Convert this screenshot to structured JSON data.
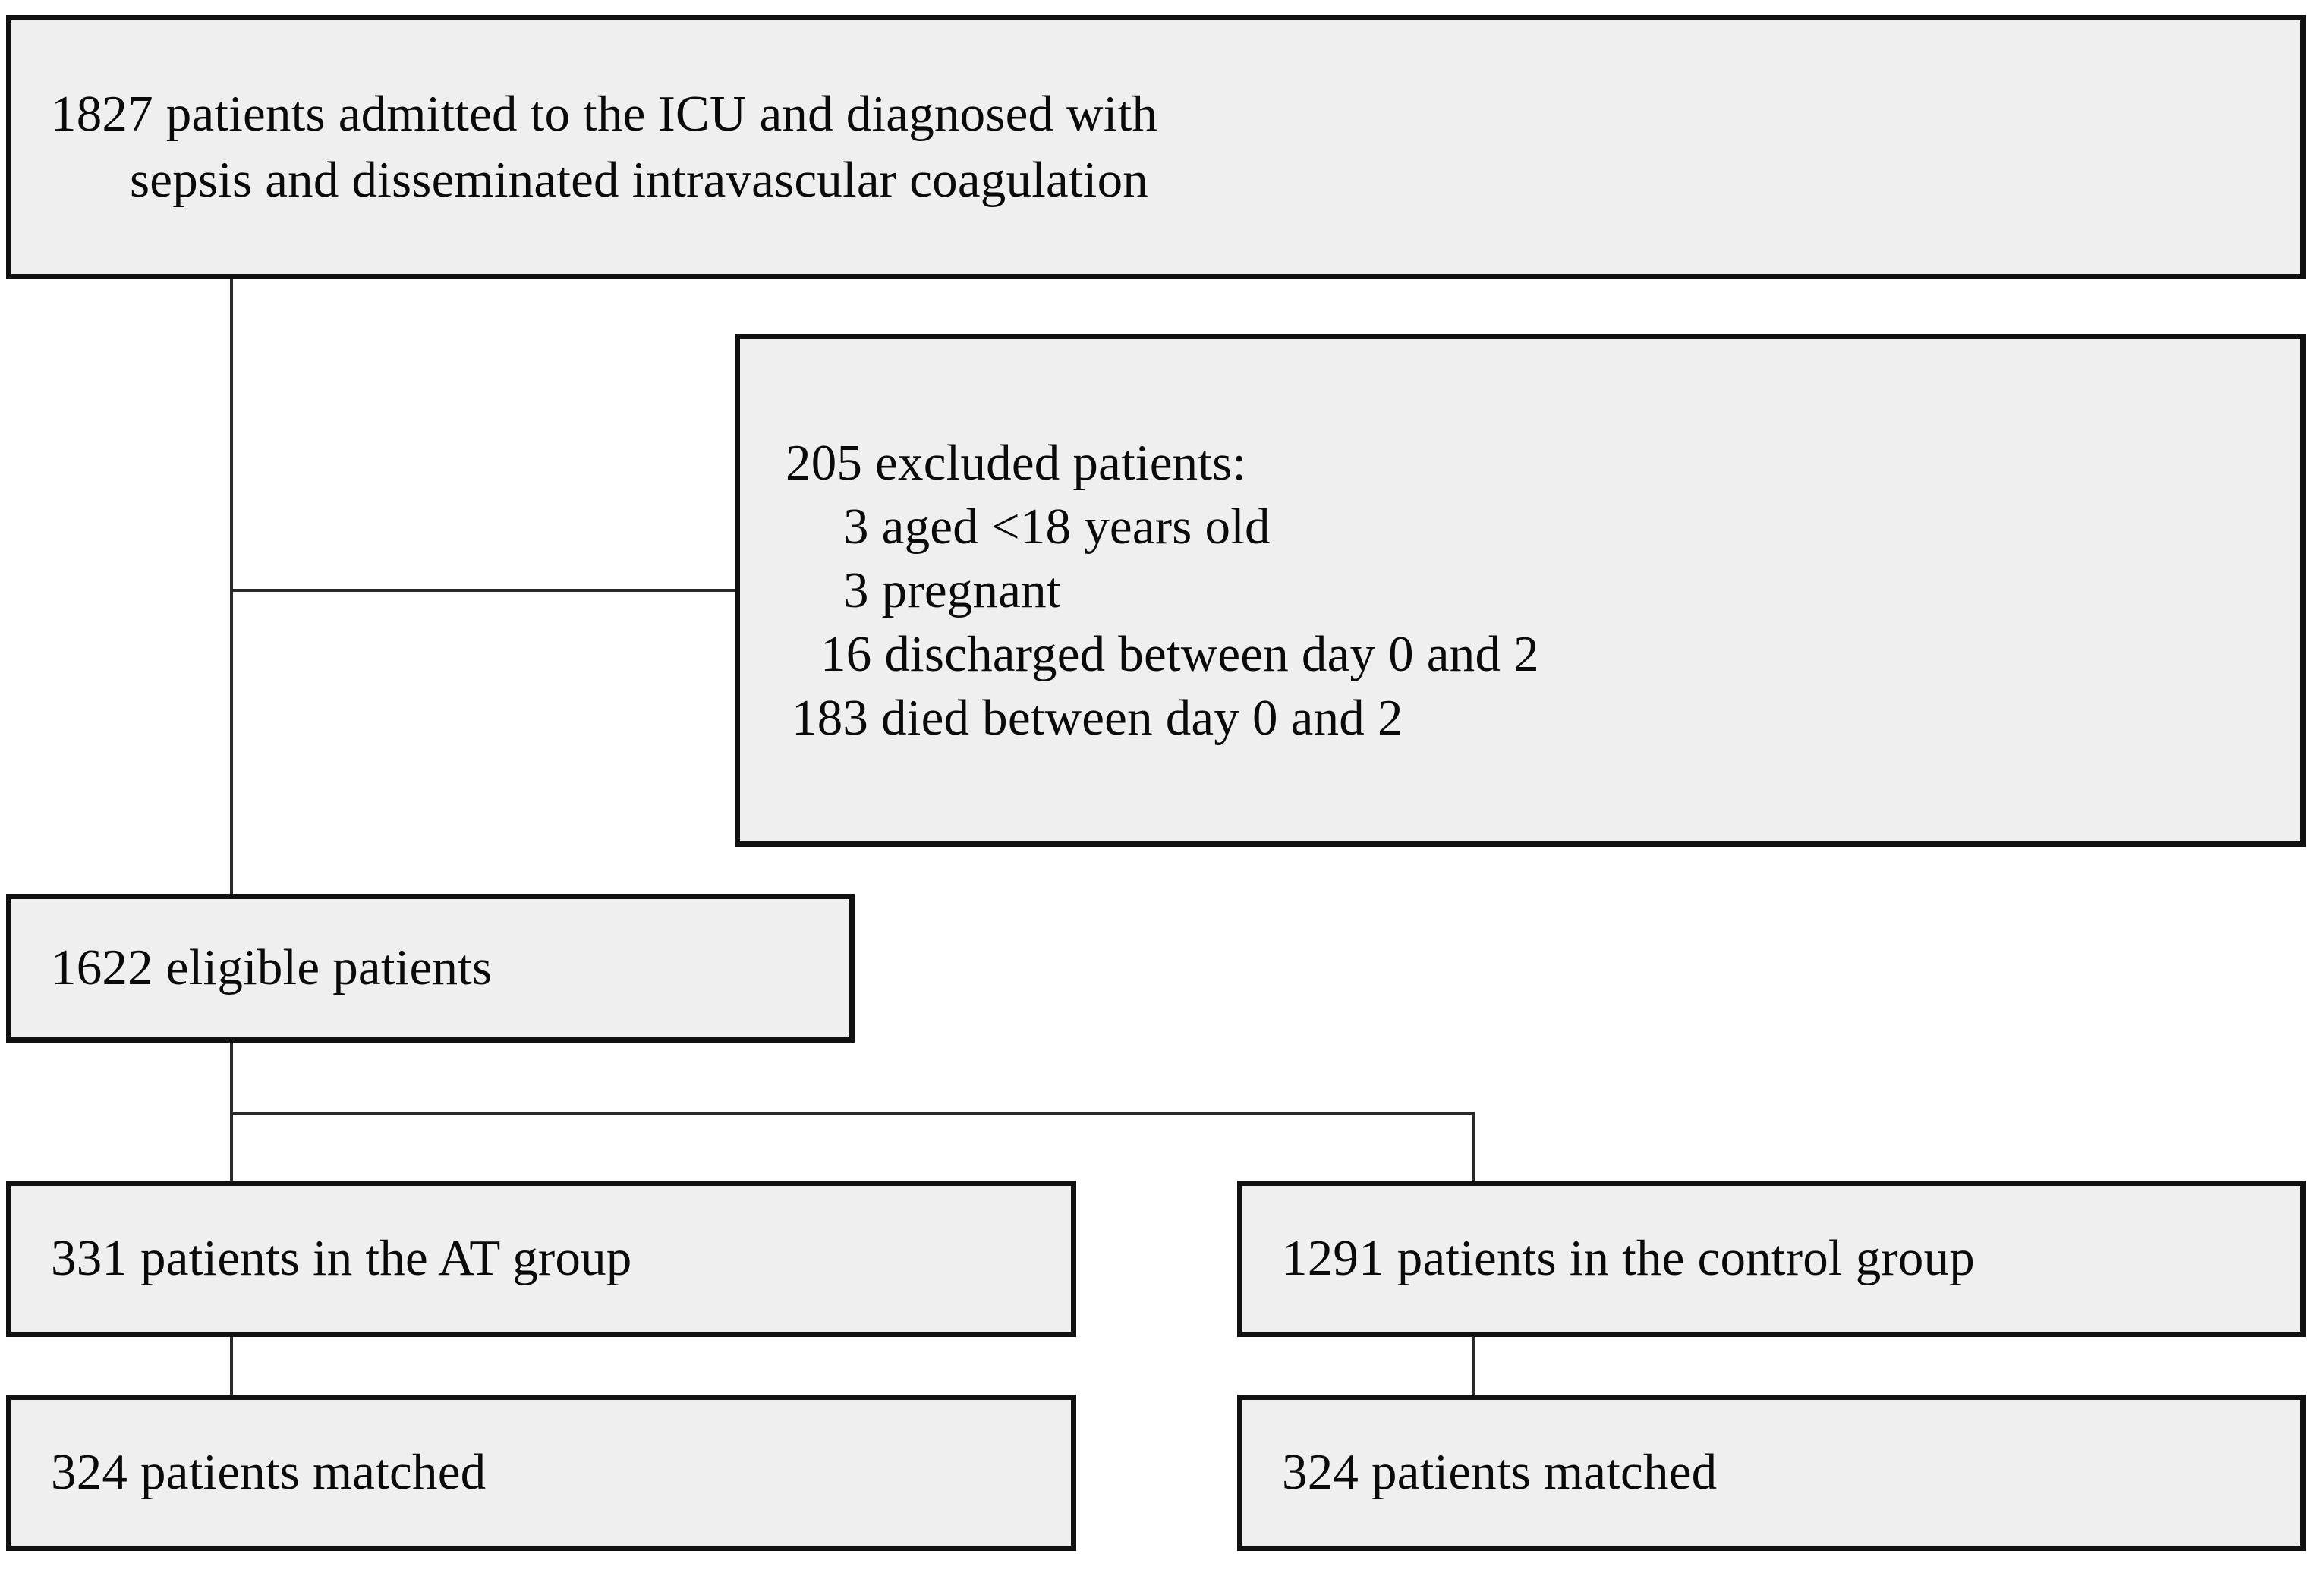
{
  "diagram": {
    "type": "patient-flow-consort",
    "nodes": {
      "enrolled": {
        "line1": "1827 patients admitted to the ICU and diagnosed with",
        "line2": "sepsis and disseminated intravascular coagulation",
        "count": 1827
      },
      "excluded": {
        "heading": "205 excluded patients:",
        "count": 205,
        "reasons": [
          {
            "text": "3 aged <18 years old",
            "count": 3
          },
          {
            "text": "3 pregnant",
            "count": 3
          },
          {
            "text": "16 discharged between day 0 and 2",
            "count": 16
          },
          {
            "text": "183 died between day 0 and 2",
            "count": 183
          }
        ]
      },
      "eligible": {
        "label": "1622 eligible patients",
        "count": 1622
      },
      "at_group": {
        "label": "331 patients in the AT group",
        "count": 331
      },
      "control_group": {
        "label": "1291 patients in the control group",
        "count": 1291
      },
      "at_matched": {
        "label": "324 patients matched",
        "count": 324
      },
      "control_matched": {
        "label": "324 patients matched",
        "count": 324
      }
    },
    "colors": {
      "box_fill": "#efefef",
      "box_border": "#111111",
      "connector": "#2a2a2a",
      "text": "#0a0a0a",
      "background": "#ffffff"
    }
  }
}
